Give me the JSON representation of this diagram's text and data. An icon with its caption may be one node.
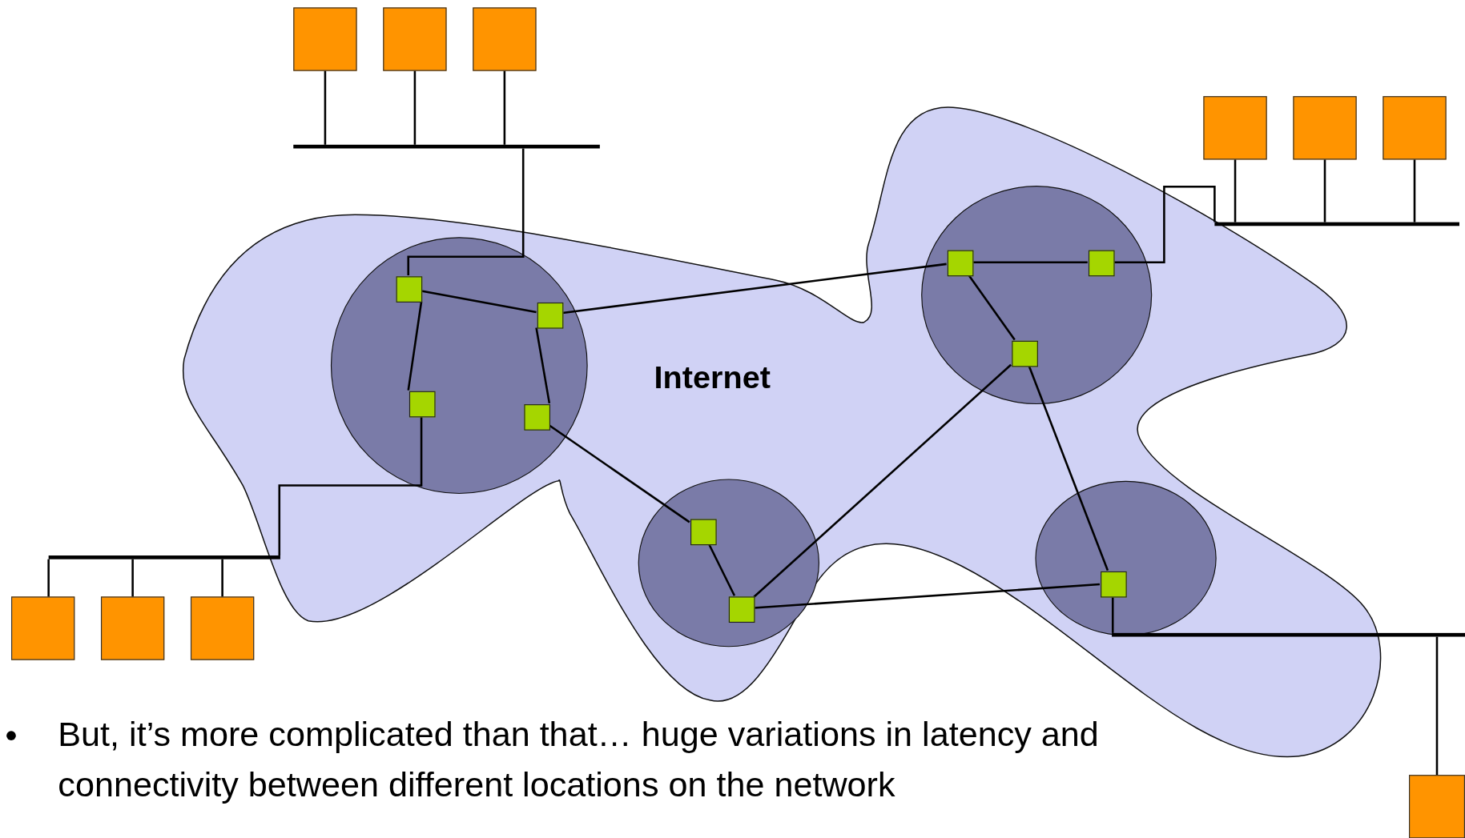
{
  "diagram": {
    "nodes": [
      {
        "text": [],
        "shape": "box"
      },
      {
        "text": [],
        "shape": "box"
      },
      {
        "text": [],
        "shape": "box"
      },
      {
        "text": [],
        "shape": "bar"
      },
      {
        "text": [],
        "shape": "box"
      },
      {
        "text": [],
        "shape": "box"
      },
      {
        "text": [],
        "shape": "box"
      },
      {
        "text": [],
        "shape": "bar"
      },
      {
        "text": [
          "Internet"
        ]
      },
      {
        "text": [],
        "shape": "circle",
        "in": 8
      },
      {
        "text": [],
        "shape": "box",
        "in": 9
      },
      {
        "text": [],
        "shape": "box",
        "in": 9
      },
      {
        "text": [],
        "shape": "box",
        "in": 9
      },
      {
        "text": [],
        "shape": "box",
        "in": 9
      },
      {
        "text": [],
        "shape": "circle",
        "in": 8
      },
      {
        "text": [],
        "shape": "box",
        "in": 14
      },
      {
        "text": [],
        "shape": "box",
        "in": 14
      },
      {
        "text": [],
        "shape": "box",
        "in": 14
      },
      {
        "text": [],
        "shape": "circle",
        "in": 8
      },
      {
        "text": [],
        "shape": "box",
        "in": 18
      },
      {
        "text": [],
        "shape": "box",
        "in": 18
      },
      {
        "text": [],
        "shape": "circle",
        "in": 8
      },
      {
        "text": [],
        "shape": "box",
        "in": 21
      },
      {
        "text": [],
        "shape": "bar"
      },
      {
        "text": [],
        "shape": "box"
      },
      {
        "text": [],
        "shape": "box"
      },
      {
        "text": [],
        "shape": "box"
      },
      {
        "text": [],
        "shape": "bar"
      },
      {
        "text": [],
        "shape": "box"
      }
    ],
    "edges": [
      {
        "from": 0,
        "to": 3,
        "arrow": "none"
      },
      {
        "from": 1,
        "to": 3,
        "arrow": "none"
      },
      {
        "from": 2,
        "to": 3,
        "arrow": "none"
      },
      {
        "from": 4,
        "to": 7,
        "arrow": "none"
      },
      {
        "from": 5,
        "to": 7,
        "arrow": "none"
      },
      {
        "from": 6,
        "to": 7,
        "arrow": "none"
      },
      {
        "from": 3,
        "to": 10,
        "arrow": "none"
      },
      {
        "from": 16,
        "to": 7,
        "arrow": "none"
      },
      {
        "from": 10,
        "to": 11,
        "arrow": "none"
      },
      {
        "from": 10,
        "to": 12,
        "arrow": "none"
      },
      {
        "from": 11,
        "to": 13,
        "arrow": "none"
      },
      {
        "from": 11,
        "to": 15,
        "arrow": "none"
      },
      {
        "from": 15,
        "to": 16,
        "arrow": "none"
      },
      {
        "from": 15,
        "to": 17,
        "arrow": "none"
      },
      {
        "from": 13,
        "to": 19,
        "arrow": "none"
      },
      {
        "from": 19,
        "to": 20,
        "arrow": "none"
      },
      {
        "from": 17,
        "to": 20,
        "arrow": "none"
      },
      {
        "from": 17,
        "to": 22,
        "arrow": "none"
      },
      {
        "from": 20,
        "to": 22,
        "arrow": "none"
      },
      {
        "from": 12,
        "to": 23,
        "arrow": "none"
      },
      {
        "from": 22,
        "to": 27,
        "arrow": "none"
      },
      {
        "from": 23,
        "to": 24,
        "arrow": "none"
      },
      {
        "from": 23,
        "to": 25,
        "arrow": "none"
      },
      {
        "from": 23,
        "to": 26,
        "arrow": "none"
      },
      {
        "from": 27,
        "to": 28,
        "arrow": "none"
      }
    ],
    "labels": [
      "But, it’s more complicated than that… huge variations in latency and connectivity between different locations on the network"
    ]
  }
}
